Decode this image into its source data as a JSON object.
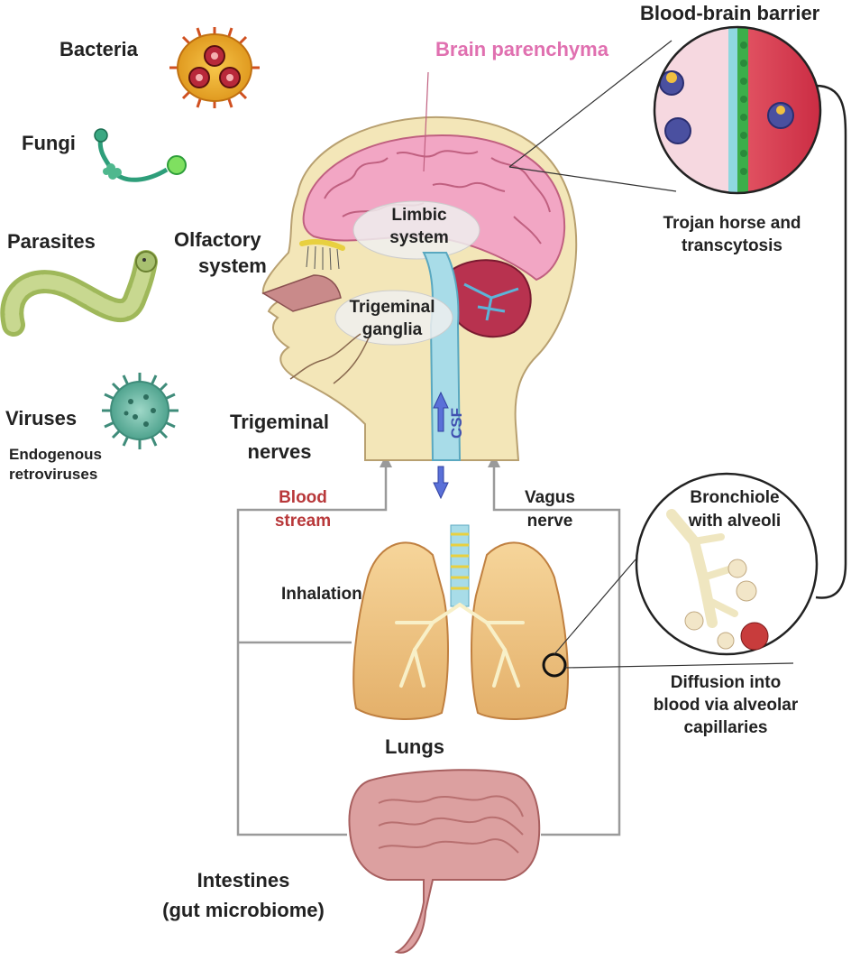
{
  "labels": {
    "bacteria": "Bacteria",
    "fungi": "Fungi",
    "parasites": "Parasites",
    "viruses": "Viruses",
    "endogenous_1": "Endogenous",
    "endogenous_2": "retroviruses",
    "olfactory_1": "Olfactory",
    "olfactory_2": "system",
    "brain_parenchyma": "Brain parenchyma",
    "bbb": "Blood-brain barrier",
    "trojan_1": "Trojan horse and",
    "trojan_2": "transcytosis",
    "limbic_1": "Limbic",
    "limbic_2": "system",
    "trigeminal_ganglia_1": "Trigeminal",
    "trigeminal_ganglia_2": "ganglia",
    "trigeminal_nerves_1": "Trigeminal",
    "trigeminal_nerves_2": "nerves",
    "csf": "CSF",
    "blood_stream_1": "Blood",
    "blood_stream_2": "stream",
    "vagus_1": "Vagus",
    "vagus_2": "nerve",
    "bronchiole_1": "Bronchiole",
    "bronchiole_2": "with alveoli",
    "inhalation": "Inhalation",
    "lungs": "Lungs",
    "diffusion_1": "Diffusion into",
    "diffusion_2": "blood via alveolar",
    "diffusion_3": "capillaries",
    "intestines_1": "Intestines",
    "intestines_2": "(gut microbiome)"
  },
  "colors": {
    "skin": "#f3e6b8",
    "brain": "#f2a6c4",
    "cerebellum": "#b8324f",
    "csf": "#a8dce8",
    "lung": "#f0c88a",
    "intestine": "#dca0a0",
    "connector": "#999999",
    "blood_red": "#b8383a",
    "parenchyma_pink": "#e070b0"
  }
}
